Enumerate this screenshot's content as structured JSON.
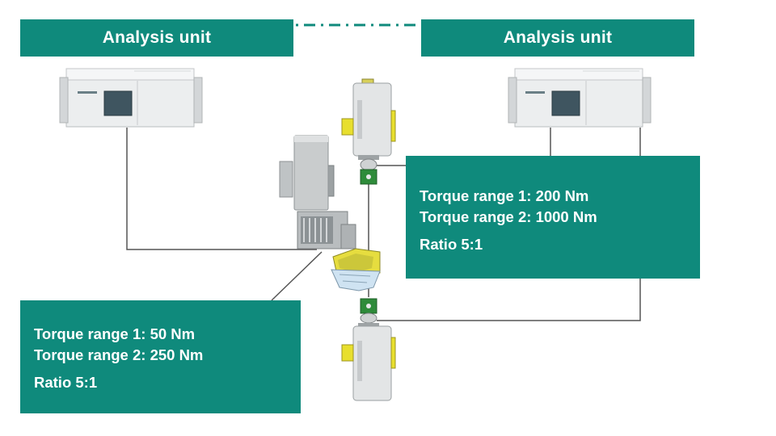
{
  "analysis_units": {
    "left_title": "Analysis unit",
    "right_title": "Analysis unit"
  },
  "info_left": {
    "line1": "Torque range 1: 50 Nm",
    "line2": "Torque range 2: 250 Nm",
    "line3": "Ratio 5:1"
  },
  "info_right": {
    "line1": "Torque range 1: 200 Nm",
    "line2": "Torque range 2: 1000 Nm",
    "line3": "Ratio 5:1"
  },
  "colors": {
    "accent": "#0f8a7c",
    "sensor_green": "#2e8b3a",
    "highlight_yellow": "#e8e03a",
    "connector": "#555555"
  }
}
